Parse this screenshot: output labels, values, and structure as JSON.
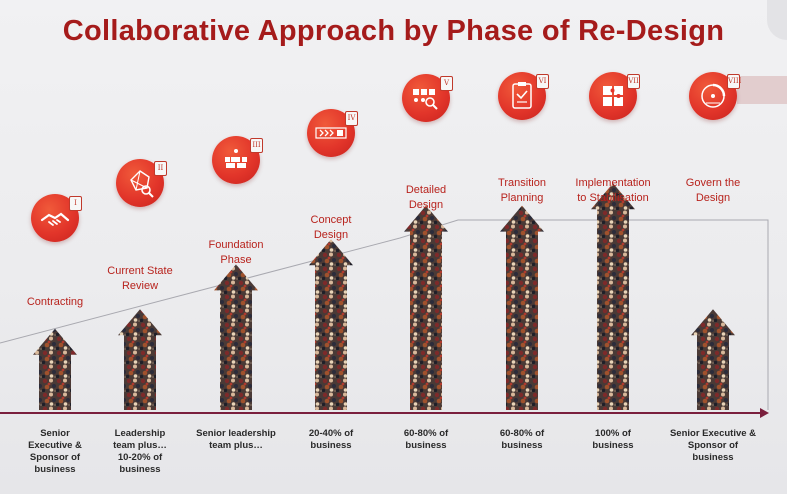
{
  "title": "Collaborative Approach by Phase of Re-Design",
  "colors": {
    "title": "#a51b1b",
    "phase_label": "#b8231d",
    "icon": "#e2352a",
    "axis": "#7a1f3d"
  },
  "phases": [
    {
      "numeral": "I",
      "label": "Contracting",
      "icon_name": "handshake-icon",
      "audience": "Senior\nExecutive &\nSponsor of\nbusiness",
      "arrow_level": 0.29
    },
    {
      "numeral": "II",
      "label": "Current State\nReview",
      "icon_name": "network-search-icon",
      "audience": "Leadership\nteam plus…\n10-20% of\nbusiness",
      "arrow_level": 0.36
    },
    {
      "numeral": "III",
      "label": "Foundation\nPhase",
      "icon_name": "bricks-icon",
      "audience": "Senior leadership\nteam plus…",
      "arrow_level": 0.52
    },
    {
      "numeral": "IV",
      "label": "Concept\nDesign",
      "icon_name": "process-arrows-icon",
      "audience": "20-40% of\nbusiness",
      "arrow_level": 0.61
    },
    {
      "numeral": "V",
      "label": "Detailed\nDesign",
      "icon_name": "people-magnifier-icon",
      "audience": "60-80% of\nbusiness",
      "arrow_level": 0.73
    },
    {
      "numeral": "VI",
      "label": "Transition\nPlanning",
      "icon_name": "clipboard-plan-icon",
      "audience": "60-80% of\nbusiness",
      "arrow_level": 0.73
    },
    {
      "numeral": "VII",
      "label": "Implementation\nto Stabilisation",
      "icon_name": "puzzle-icon",
      "audience": "100% of\nbusiness",
      "arrow_level": 0.81
    },
    {
      "numeral": "VIII",
      "label": "Govern the\nDesign",
      "icon_name": "target-cycle-icon",
      "audience": "Senior Executive &\nSponsor of business",
      "arrow_level": 0.36
    }
  ]
}
